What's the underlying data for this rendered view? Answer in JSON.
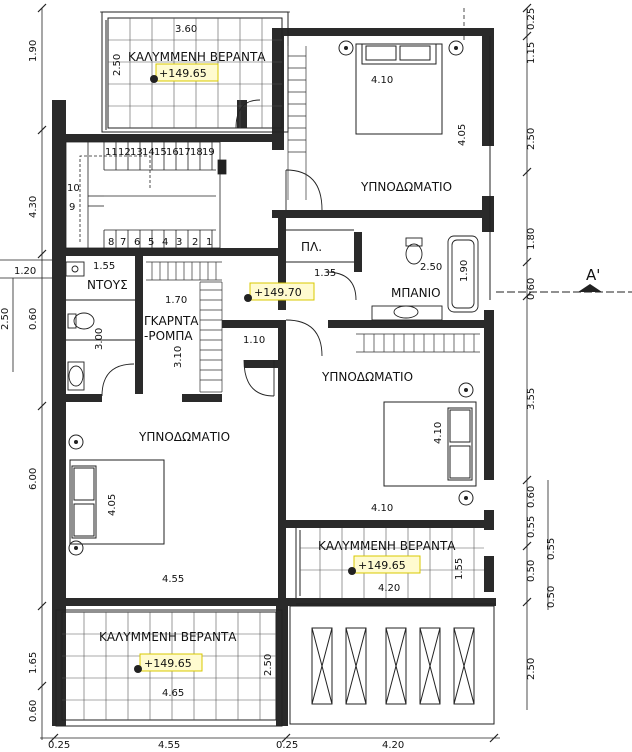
{
  "rooms": {
    "veranda_top": "ΚΑΛΥΜΜΕΝΗ ΒΕΡΑΝΤΑ",
    "bedroom_master": "ΥΠΝΟΔΩΜΑΤΙΟ",
    "storage": "ΠΛ.",
    "bath_main": "ΜΠΑΝΙΟ",
    "shower": "ΝΤΟΥΣ",
    "wardrobe_line1": "ΓΚΑΡΝΤΑ",
    "wardrobe_line2": "-ΡΟΜΠΑ",
    "bedroom_right": "ΥΠΝΟΔΩΜΑΤΙΟ",
    "bedroom_left": "ΥΠΝΟΔΩΜΑΤΙΟ",
    "veranda_right": "ΚΑΛΥΜΜΕΝΗ ΒΕΡΑΝΤΑ",
    "veranda_bottom": "ΚΑΛΥΜΜΕΝΗ ΒΕΡΑΝΤΑ"
  },
  "levels": {
    "veranda_top": "+149.65",
    "hall": "+149.70",
    "veranda_right": "+149.65",
    "veranda_bottom": "+149.65"
  },
  "stairs": {
    "upper": [
      "11",
      "12",
      "13",
      "14",
      "15",
      "16",
      "17",
      "18",
      "19"
    ],
    "lower": [
      "8",
      "7",
      "6",
      "5",
      "4",
      "3",
      "2",
      "1"
    ],
    "landing": [
      "10",
      "9"
    ]
  },
  "section_marker": "A'",
  "dims": {
    "left": [
      "1.90",
      "4.30",
      "2.50",
      "1.20",
      "0.60",
      "6.00",
      "1.65",
      "0.60"
    ],
    "right": [
      "0.25",
      "1.15",
      "2.50",
      "1.80",
      "0.60",
      "3.55",
      "0.60",
      "0.55",
      "0.55",
      "0.50",
      "0.50",
      "2.50"
    ],
    "bottom": [
      "0.25",
      "4.55",
      "0.25",
      "4.20"
    ],
    "inner": {
      "veranda_top_width": "3.60",
      "veranda_top_depth": "2.50",
      "master_bed_width": "4.10",
      "master_bed_depth": "4.05",
      "stair_side": "1.55",
      "wardrobe_width": "1.70",
      "shower_depth": "3.00",
      "wardrobe_depth": "3.10",
      "hall_width": "1.35",
      "bath_width": "2.50",
      "bath_tub": "1.90",
      "door_width": "1.10",
      "right_bed_depth": "4.10",
      "right_bed_width": "4.10",
      "left_bed_depth": "4.05",
      "left_bed_width": "4.55",
      "veranda_right_width": "4.20",
      "veranda_right_depth": "1.55",
      "veranda_bottom_width": "4.65",
      "veranda_bottom_depth": "2.50"
    }
  }
}
